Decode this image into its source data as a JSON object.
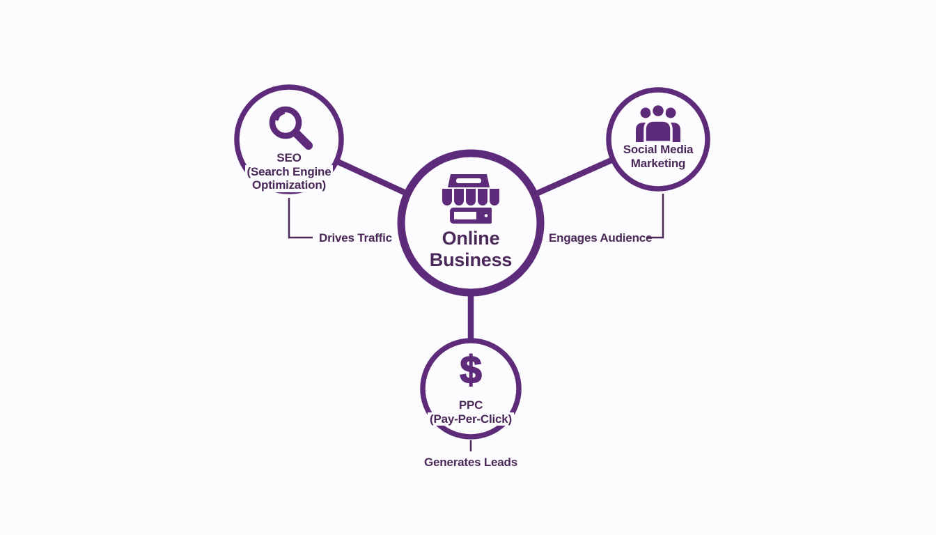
{
  "colors": {
    "purple": "#5e2b7a",
    "ink": "#4a2858",
    "bg": "#fcfbfd"
  },
  "center": {
    "line1": "Online",
    "line2": "Business",
    "icon": "storefront-icon"
  },
  "nodes": {
    "seo": {
      "line1": "SEO",
      "line2": "(Search Engine",
      "line3": "Optimization)",
      "icon": "magnifier-icon",
      "benefit": "Drives Traffic"
    },
    "social": {
      "line1": "Social Media",
      "line2": "Marketing",
      "icon": "people-icon",
      "benefit": "Engages Audience"
    },
    "ppc": {
      "line1": "PPC",
      "line2": "(Pay-Per-Click)",
      "glyph": "$",
      "icon": "dollar-icon",
      "benefit": "Generates Leads"
    }
  }
}
